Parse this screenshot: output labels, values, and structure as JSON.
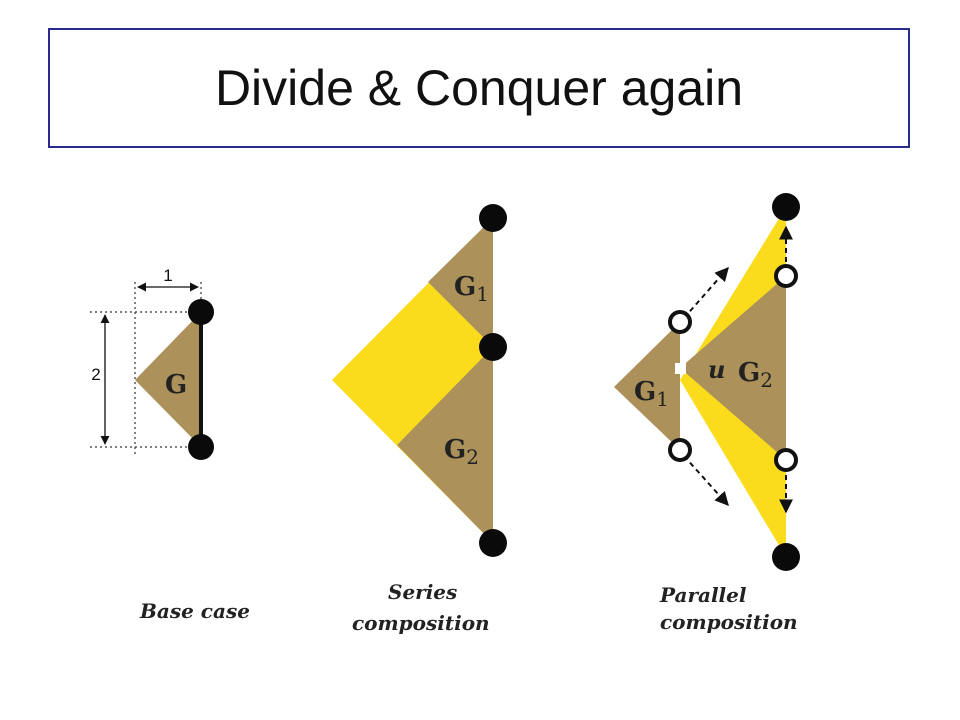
{
  "title": "Divide & Conquer again",
  "colors": {
    "tan": "#ac925a",
    "yellow": "#fbdc1d",
    "node": "#0a0a0a",
    "frame": "#2b2b8f"
  },
  "base": {
    "label": "G",
    "dim_width": "1",
    "dim_height": "2",
    "caption": "Base case"
  },
  "series": {
    "g1": "G",
    "g1_sub": "1",
    "g2": "G",
    "g2_sub": "2",
    "caption_line1": "Series",
    "caption_line2": "composition"
  },
  "parallel": {
    "g1": "G",
    "g1_sub": "1",
    "g2": "G",
    "g2_sub": "2",
    "u": "u",
    "caption_line1": "Parallel",
    "caption_line2": "composition"
  }
}
